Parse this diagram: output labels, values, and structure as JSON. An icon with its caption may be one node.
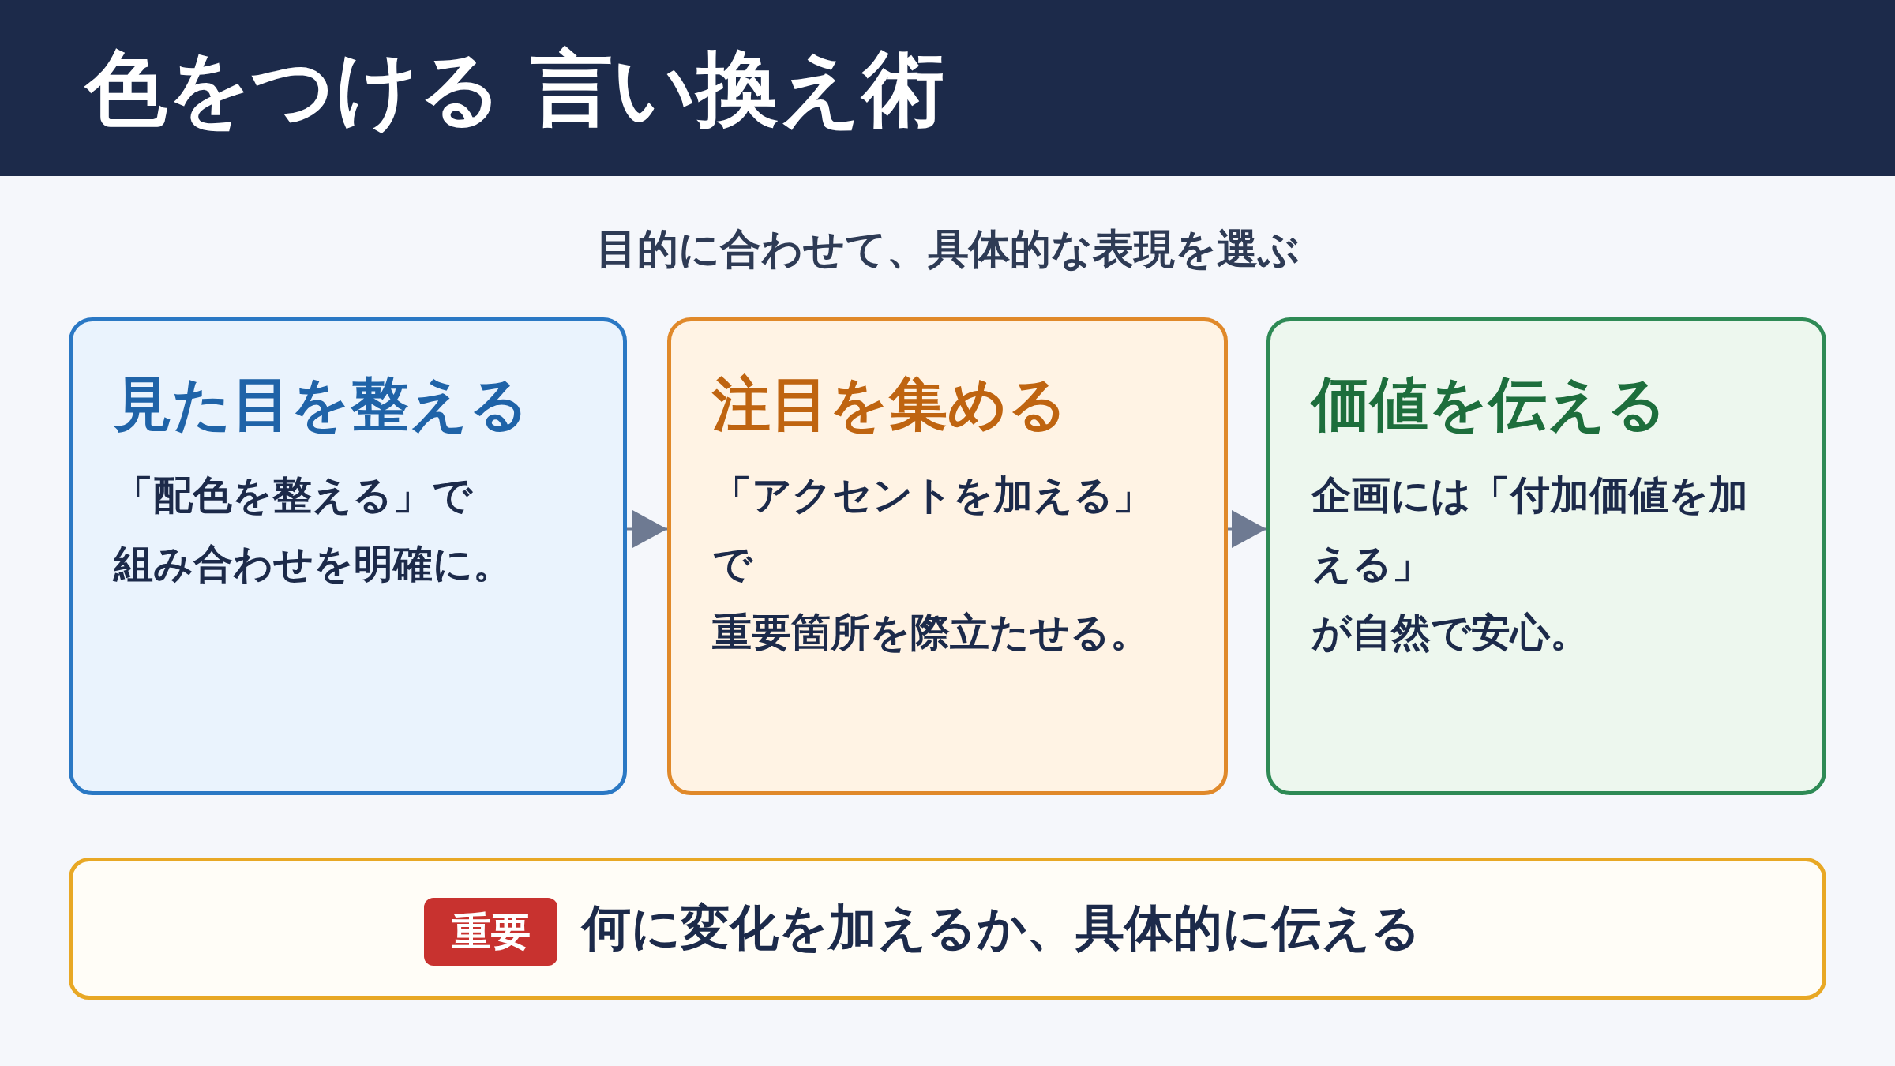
{
  "diagram": {
    "title": "色をつける 言い換え術",
    "nodes": [
      {
        "text": [
          "見た目を整える",
          "「配色を整える」で",
          "組み合わせを明確に。"
        ]
      },
      {
        "text": [
          "注目を集める",
          "「アクセントを加える」で",
          "重要箇所を際立たせる。"
        ]
      },
      {
        "text": [
          "価値を伝える",
          "企画には「付加価値を加える」",
          "が自然で安心。"
        ]
      },
      {
        "text": [
          "何に変化を加えるか、具体的に伝える"
        ]
      },
      {
        "text": [
          "重要"
        ],
        "in": 3
      }
    ],
    "edges": [
      {
        "from": 0,
        "to": 1,
        "arrow": "to"
      },
      {
        "from": 1,
        "to": 2,
        "arrow": "to"
      }
    ],
    "labels": [
      "目的に合わせて、具体的な表現を選ぶ"
    ]
  }
}
